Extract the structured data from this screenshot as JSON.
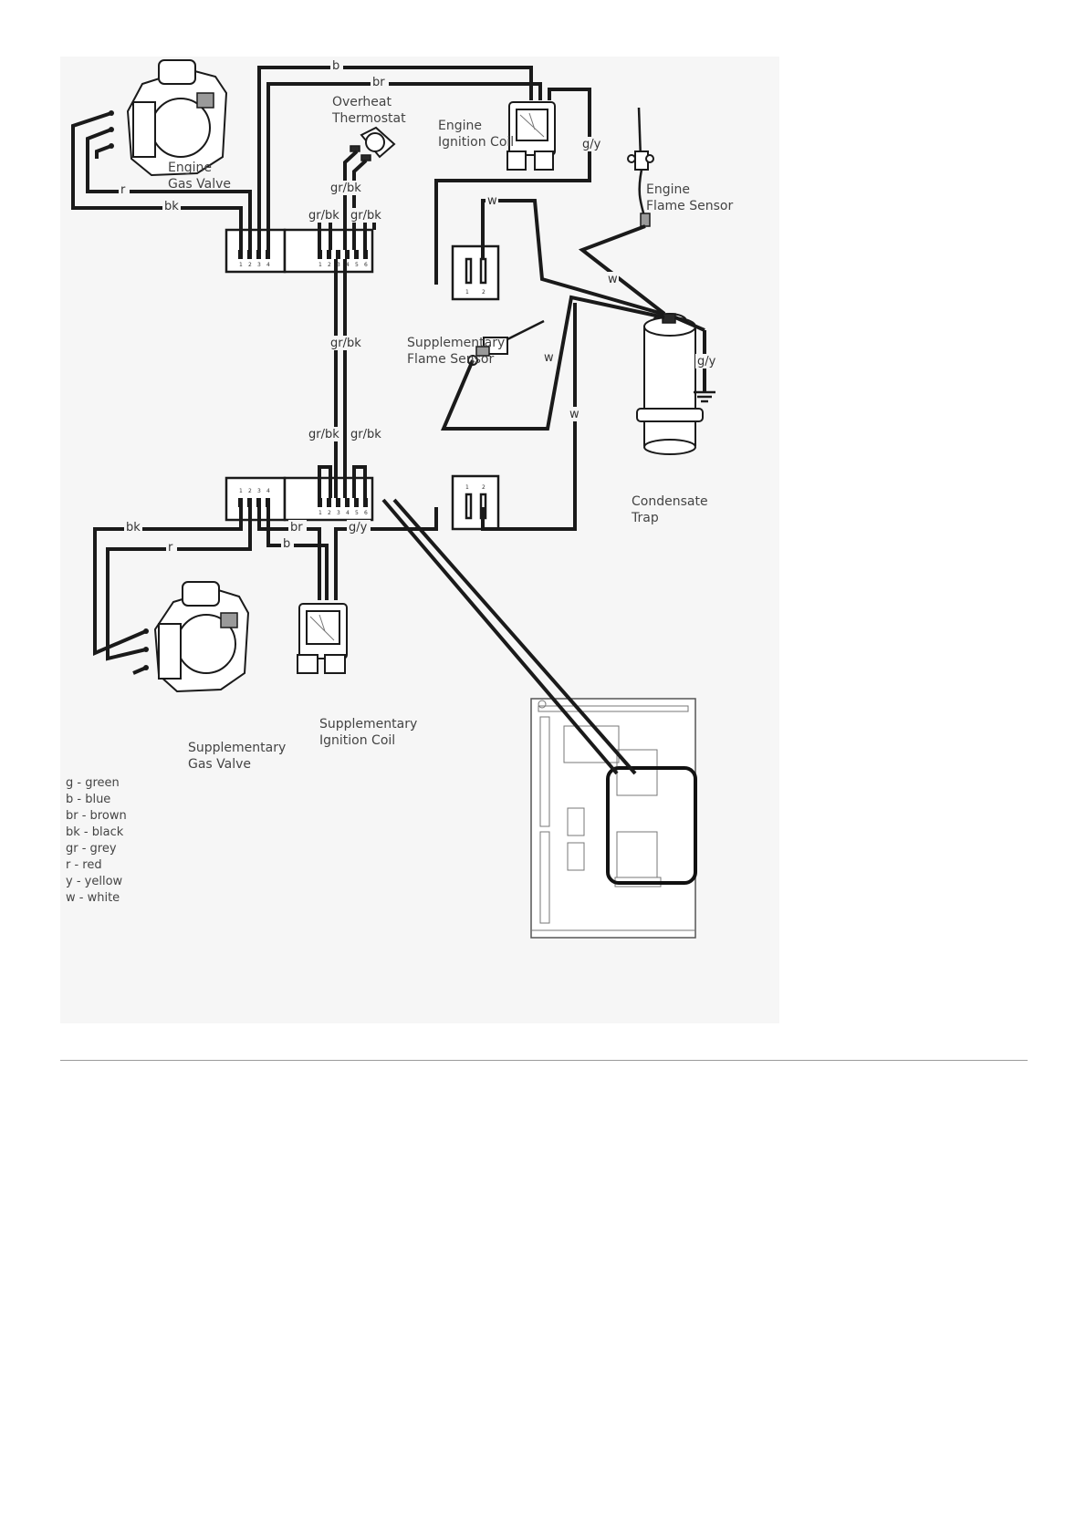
{
  "components": {
    "engine_gas_valve": [
      "Engine",
      "Gas Valve"
    ],
    "overheat_thermostat": [
      "Overheat",
      "Thermostat"
    ],
    "engine_ignition_coil": [
      "Engine",
      "Ignition Coil"
    ],
    "engine_flame_sensor": [
      "Engine",
      "Flame Sensor"
    ],
    "supplementary_flame_sensor": [
      "Supplementary",
      "Flame Sensor"
    ],
    "condensate_trap": [
      "Condensate",
      "Trap"
    ],
    "supplementary_ignition_coil": [
      "Supplementary",
      "Ignition Coil"
    ],
    "supplementary_gas_valve": [
      "Supplementary",
      "Gas Valve"
    ]
  },
  "wire_labels": {
    "b": "b",
    "br": "br",
    "r": "r",
    "bk": "bk",
    "gr_bk": "gr/bk",
    "g_y": "g/y",
    "w": "w"
  },
  "connectors": {
    "four_pin": [
      "1",
      "2",
      "3",
      "4"
    ],
    "six_pin": [
      "1",
      "2",
      "3",
      "4",
      "5",
      "6"
    ],
    "two_pin": [
      "1",
      "2"
    ]
  },
  "legend": [
    "g - green",
    "b - blue",
    "br - brown",
    "bk - black",
    "gr - grey",
    "r - red",
    "y - yellow",
    "w - white"
  ]
}
